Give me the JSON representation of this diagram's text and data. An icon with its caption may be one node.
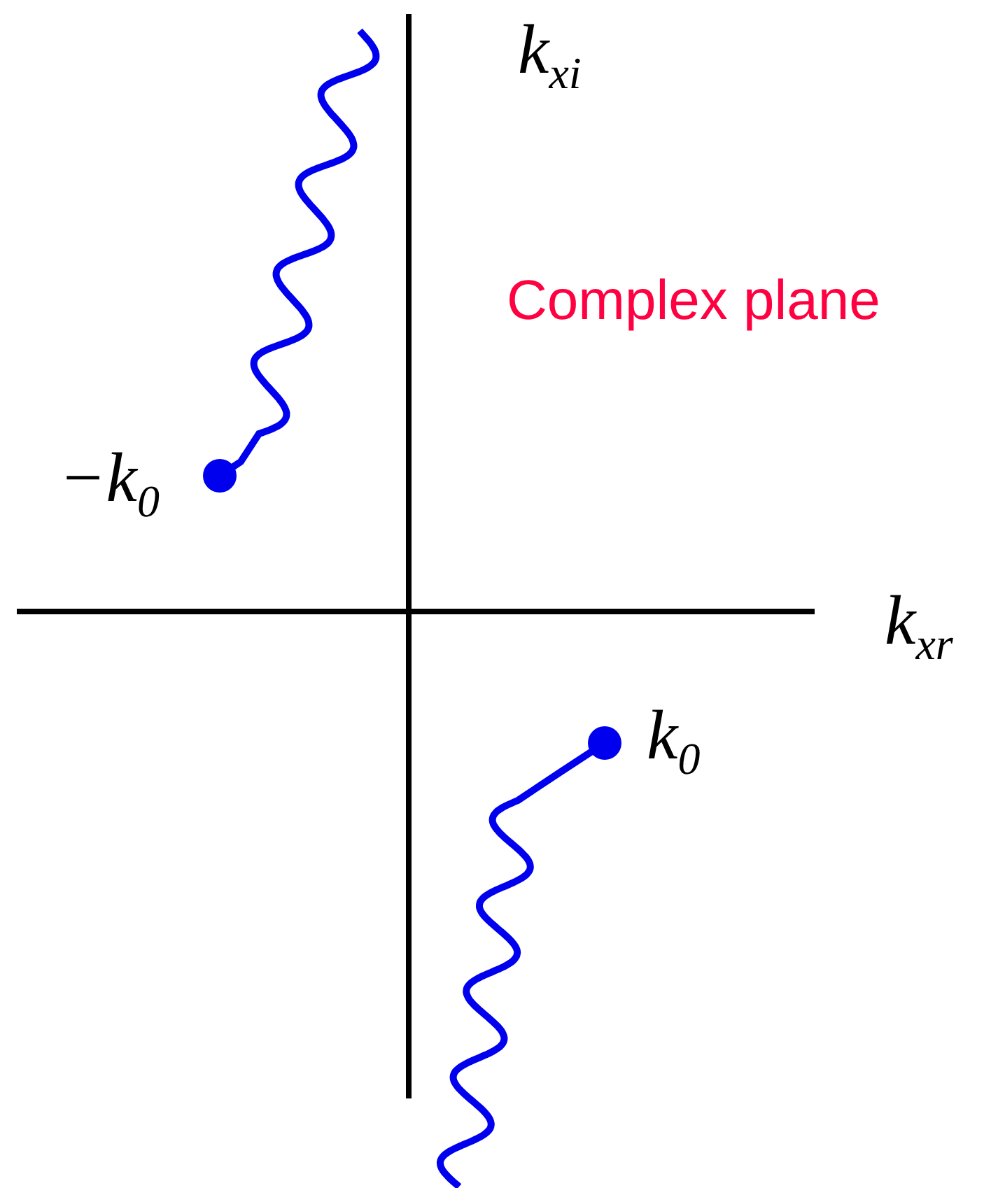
{
  "diagram": {
    "labels": [
      "k$_{xi}$",
      "Complex plane",
      "−k$_{0}$",
      "k$_{xr}$",
      "k$_{0}$"
    ]
  }
}
